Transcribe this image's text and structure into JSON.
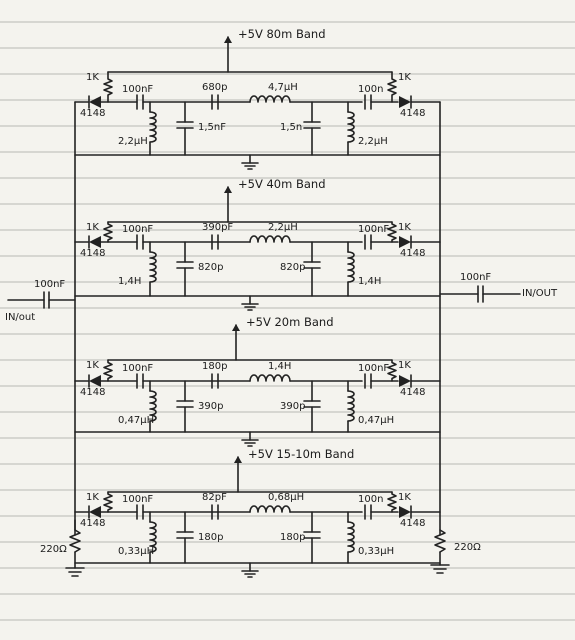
{
  "io": {
    "left_cap": "100nF",
    "left_label": "IN/out",
    "right_cap": "100nF",
    "right_label": "IN/OUT"
  },
  "term": {
    "left_res": "220Ω",
    "right_res": "220Ω"
  },
  "bands": [
    {
      "title": "+5V 80m Band",
      "r_left": "1K",
      "d_left": "4148",
      "c_left": "100nF",
      "c_shunt1": "1,5nF",
      "l_shunt1": "2,2μH",
      "c_series": "680p",
      "l_series": "4,7μH",
      "c_shunt2": "1,5n",
      "l_shunt2": "2,2μH",
      "c_right": "100n",
      "r_right": "1K",
      "d_right": "4148"
    },
    {
      "title": "+5V 40m Band",
      "r_left": "1K",
      "d_left": "4148",
      "c_left": "100nF",
      "c_shunt1": "820p",
      "l_shunt1": "1,4H",
      "c_series": "390pF",
      "l_series": "2,2μH",
      "c_shunt2": "820p",
      "l_shunt2": "1,4H",
      "c_right": "100nF",
      "r_right": "1K",
      "d_right": "4148"
    },
    {
      "title": "+5V 20m Band",
      "r_left": "1K",
      "d_left": "4148",
      "c_left": "100nF",
      "c_shunt1": "390p",
      "l_shunt1": "0,47μH",
      "c_series": "180p",
      "l_series": "1,4H",
      "c_shunt2": "390p",
      "l_shunt2": "0,47μH",
      "c_right": "100nF",
      "r_right": "1K",
      "d_right": "4148"
    },
    {
      "title": "+5V 15-10m Band",
      "r_left": "1K",
      "d_left": "4148",
      "c_left": "100nF",
      "c_shunt1": "180p",
      "l_shunt1": "0,33μH",
      "c_series": "82pF",
      "l_series": "0,68μH",
      "c_shunt2": "180p",
      "l_shunt2": "0,33μH",
      "c_right": "100n",
      "r_right": "1K",
      "d_right": "4148"
    }
  ]
}
